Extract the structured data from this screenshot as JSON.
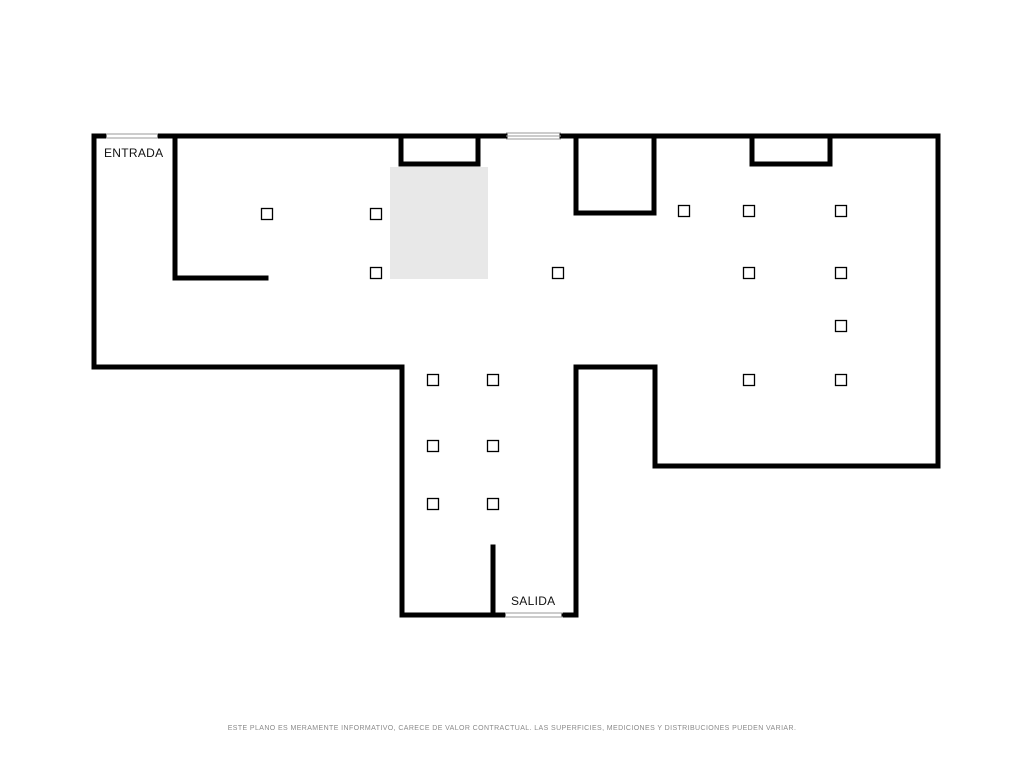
{
  "labels": {
    "entrance": "ENTRADA",
    "exit": "SALIDA"
  },
  "disclaimer": "ESTE PLANO ES MERAMENTE INFORMATIVO, CARECE DE VALOR CONTRACTUAL. LAS SUPERFICIES, MEDICIONES Y DISTRIBUCIONES PUEDEN VARIAR.",
  "colors": {
    "wall": "#000000",
    "shaded_area": "#e8e8e8",
    "opening": "#9a9a9a",
    "disclaimer_text": "#8a8a8a"
  },
  "icons": {
    "pillar": "pillar-square-icon"
  }
}
